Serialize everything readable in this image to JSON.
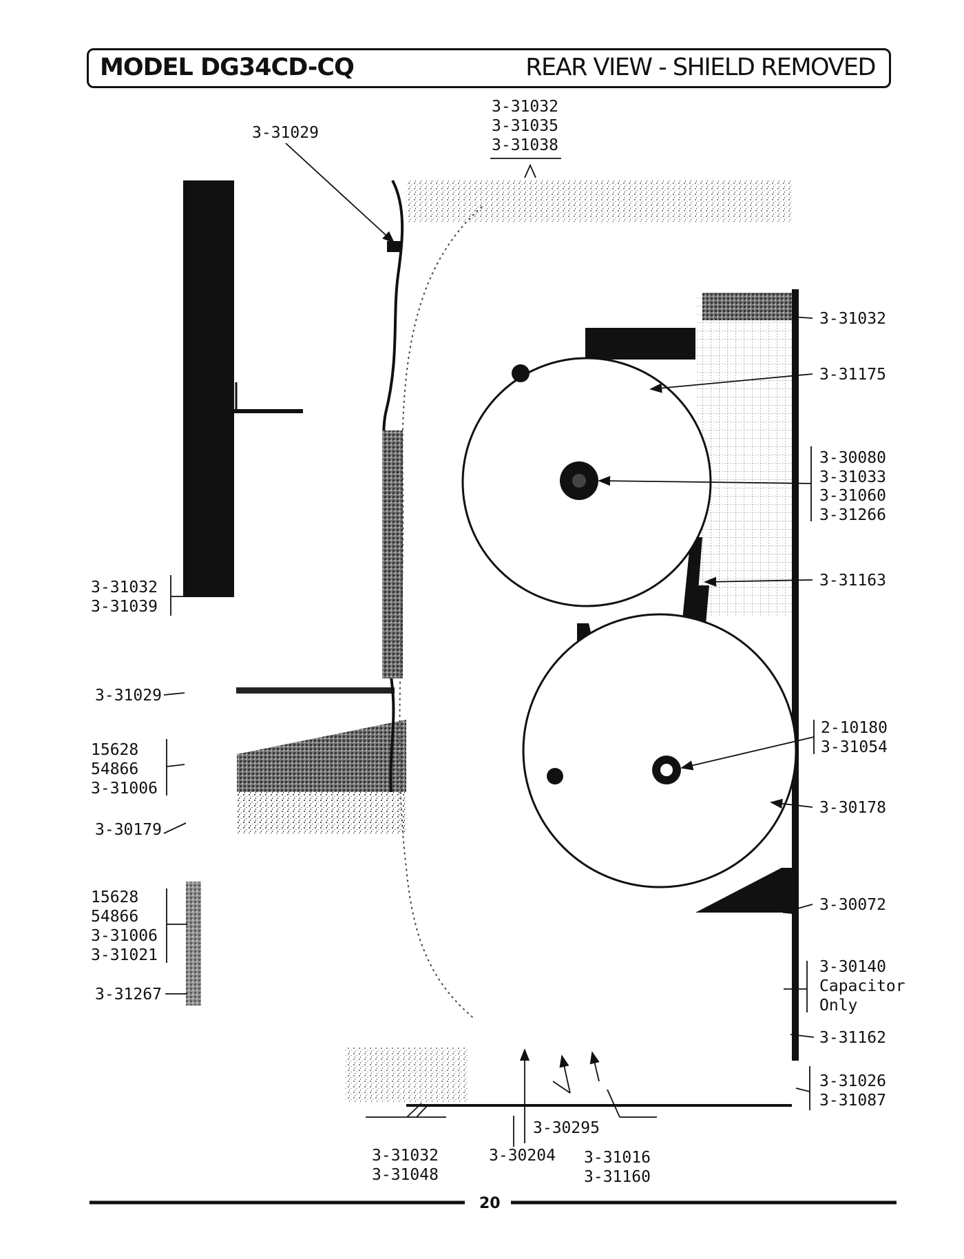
{
  "header": {
    "model": "MODEL DG34CD-CQ",
    "view": "REAR VIEW - SHIELD REMOVED"
  },
  "callouts": {
    "top_group": [
      "3-31032",
      "3-31035",
      "3-31038"
    ],
    "top_left": "3-31029",
    "right_1": "3-31032",
    "right_2": "3-31175",
    "right_group_1": [
      "3-30080",
      "3-31033",
      "3-31060",
      "3-31266"
    ],
    "right_3": "3-31163",
    "right_group_2": [
      "2-10180",
      "3-31054"
    ],
    "right_4": "3-30178",
    "right_5": "3-30072",
    "right_group_3": [
      "3-30140",
      "Capacitor",
      "Only"
    ],
    "right_6": "3-31162",
    "right_group_4": [
      "3-31026",
      "3-31087"
    ],
    "left_group_1": [
      "3-31032",
      "3-31039"
    ],
    "left_1": "3-31029",
    "left_group_2": [
      "15628",
      "54866",
      "3-31006"
    ],
    "left_2": "3-30179",
    "left_group_3": [
      "15628",
      "54866",
      "3-31006",
      "3-31021"
    ],
    "left_3": "3-31267",
    "bottom_1": "3-30295",
    "bottom_group_1": [
      "3-31032",
      "3-31048"
    ],
    "bottom_2": "3-30204",
    "bottom_group_2": [
      "3-31016",
      "3-31160"
    ]
  },
  "footer": {
    "page_number": "20"
  }
}
